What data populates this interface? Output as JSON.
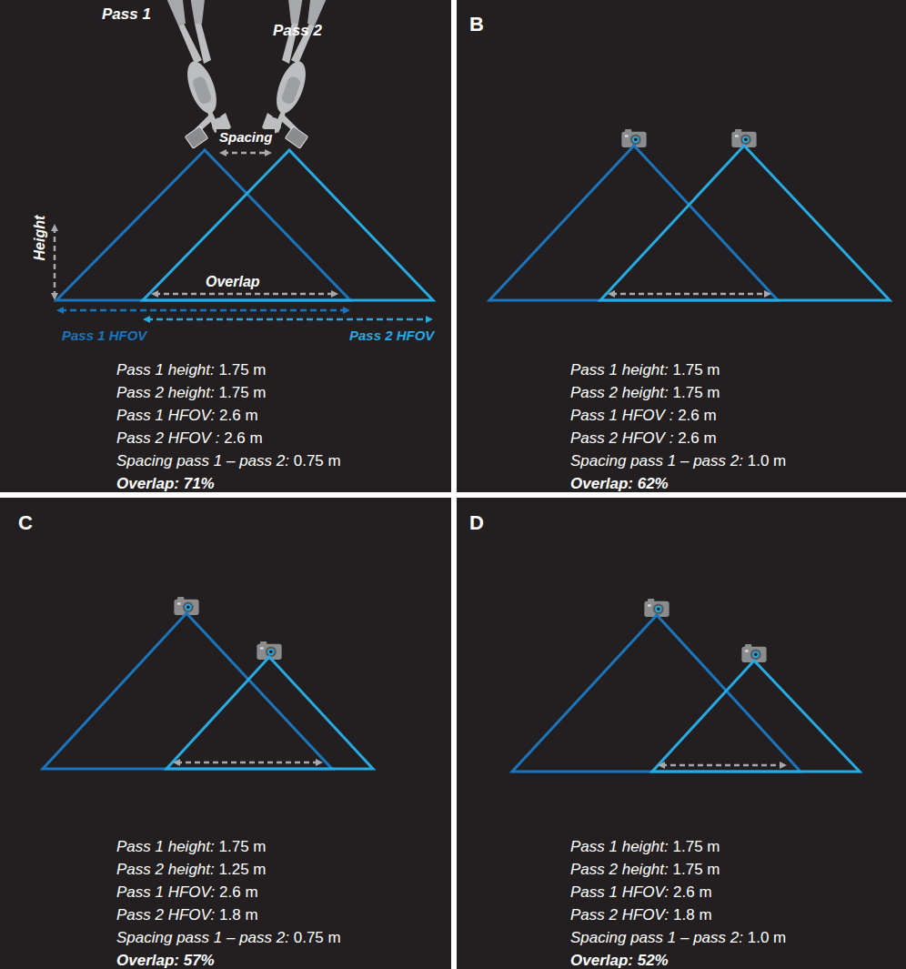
{
  "diagram": {
    "labels": [
      "Pass 1",
      "Pass 2",
      "Spacing",
      "Height",
      "Overlap",
      "Pass 1 HFOV",
      "Pass 2 HFOV",
      "Pass 1 height:",
      "1.75 m",
      "Pass 2 height:",
      "1.75 m",
      "Pass 1 HFOV:",
      "2.6 m",
      "Pass 2 HFOV :",
      "2.6 m",
      "Spacing pass 1 – pass 2:",
      "0.75 m",
      "Overlap: 71%",
      "B",
      "Pass 1 height:",
      "1.75 m",
      "Pass 2 height:",
      "1.75 m",
      "Pass 1 HFOV :",
      "2.6 m",
      "Pass 2 HFOV :",
      "2.6 m",
      "Spacing pass 1 – pass 2:",
      "1.0 m",
      "Overlap: 62%",
      "C",
      "Pass 1 height:",
      "1.75 m",
      "Pass 2 height:",
      "1.25 m",
      "Pass 1 HFOV:",
      "2.6 m",
      "Pass 2 HFOV:",
      "1.8 m",
      "Spacing pass 1 – pass 2:",
      "0.75 m",
      "Overlap: 57%",
      "D",
      "Pass 1 height:",
      "1.75 m",
      "Pass 2 height:",
      "1.75 m",
      "Pass 1 HFOV:",
      "2.6 m",
      "Pass 2 HFOV:",
      "1.8 m",
      "Spacing pass 1 – pass 2:",
      "1.0 m",
      "Overlap: 52%"
    ]
  }
}
